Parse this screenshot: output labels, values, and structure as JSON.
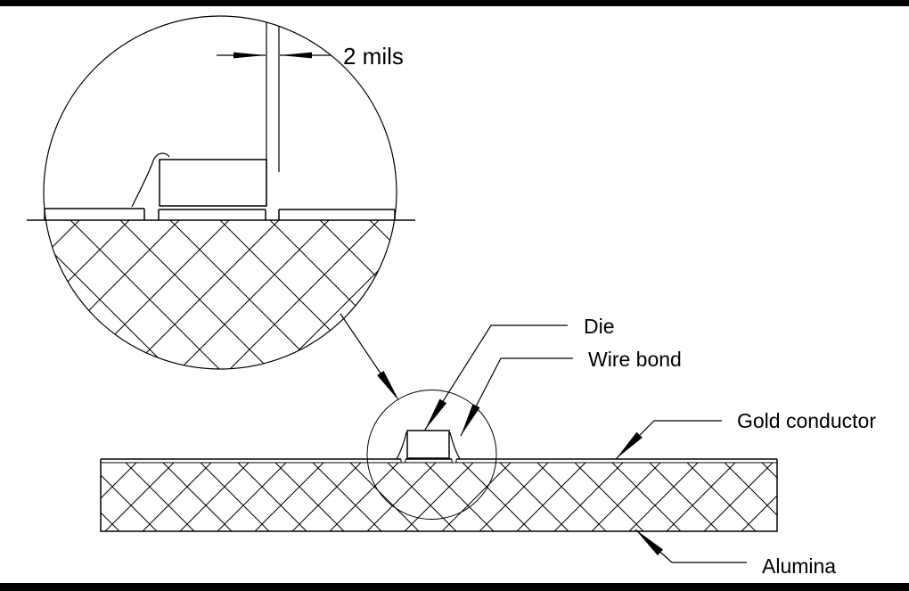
{
  "page": {
    "background": "#ffffff",
    "frame_bar_color": "#000000",
    "line_color": "#000000"
  },
  "detail_view": {
    "dimension_label": "2 mils"
  },
  "main_view": {
    "labels": {
      "die": "Die",
      "wire_bond": "Wire bond",
      "gold_conductor": "Gold conductor",
      "alumina": "Alumina"
    }
  }
}
